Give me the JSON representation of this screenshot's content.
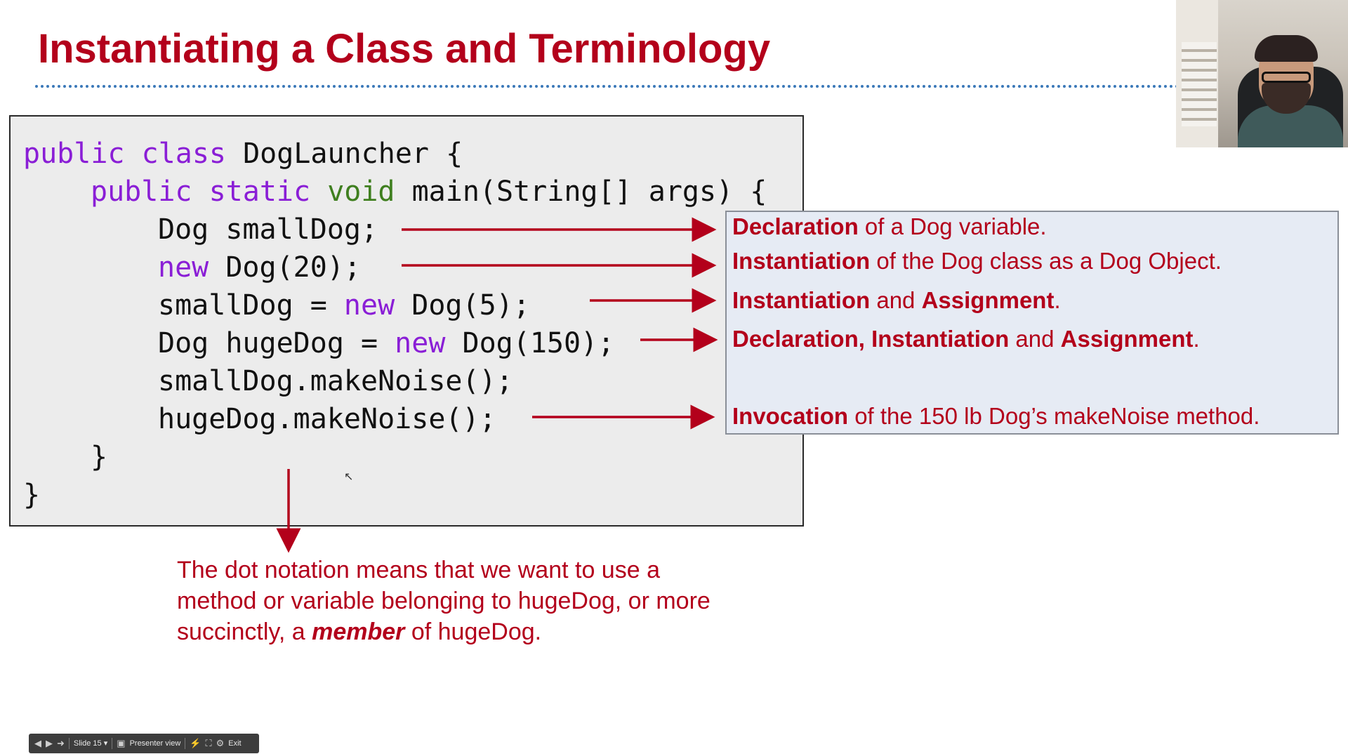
{
  "slide": {
    "title": "Instantiating a Class and Terminology",
    "code": {
      "line1": {
        "kw1": "public",
        "kw2": "class",
        "rest": " DogLauncher {"
      },
      "line2": {
        "kw1": "public",
        "kw2": "static",
        "kw3": "void",
        "rest": " main(String[] args) {"
      },
      "line3": "Dog smallDog;",
      "line4": {
        "kw": "new",
        "rest": " Dog(20);"
      },
      "line5": {
        "pre": "smallDog = ",
        "kw": "new",
        "rest": " Dog(5);"
      },
      "line6": {
        "pre": "Dog hugeDog = ",
        "kw": "new",
        "rest": " Dog(150);"
      },
      "line7": "smallDog.makeNoise();",
      "line8": "hugeDog.makeNoise();",
      "line9": "}",
      "line10": "}"
    },
    "annotations": {
      "a1": {
        "bold": "Declaration",
        "rest": " of a Dog variable."
      },
      "a2": {
        "bold": "Instantiation",
        "rest": " of the Dog class as a Dog Object."
      },
      "a3": {
        "bold1": "Instantiation",
        "mid": " and ",
        "bold2": "Assignment",
        "end": "."
      },
      "a4": {
        "bold1": "Declaration, Instantiation",
        "mid": " and ",
        "bold2": "Assignment",
        "end": "."
      },
      "a5": {
        "bold": "Invocation",
        "rest": " of the 150 lb Dog’s makeNoise method."
      }
    },
    "note": {
      "line1": "The dot notation means that we want to use a",
      "line2": "method or variable belonging to hugeDog, or more",
      "line3_pre": "succinctly, a ",
      "line3_em": "member",
      "line3_post": " of hugeDog."
    },
    "colors": {
      "title": "#b3001b",
      "keyword": "#8a1ed6",
      "void": "#3f7f1f",
      "annotation": "#b3001b",
      "rule": "#3a78b8"
    }
  },
  "toolbar": {
    "slide_label": "Slide 15",
    "presenter_label": "Presenter view",
    "exit_label": "Exit",
    "icons": [
      "back-arrow-icon",
      "play-icon",
      "forward-arrow-icon",
      "dropdown-icon",
      "presenter-icon",
      "laser-icon",
      "fullscreen-icon",
      "gear-icon"
    ]
  }
}
